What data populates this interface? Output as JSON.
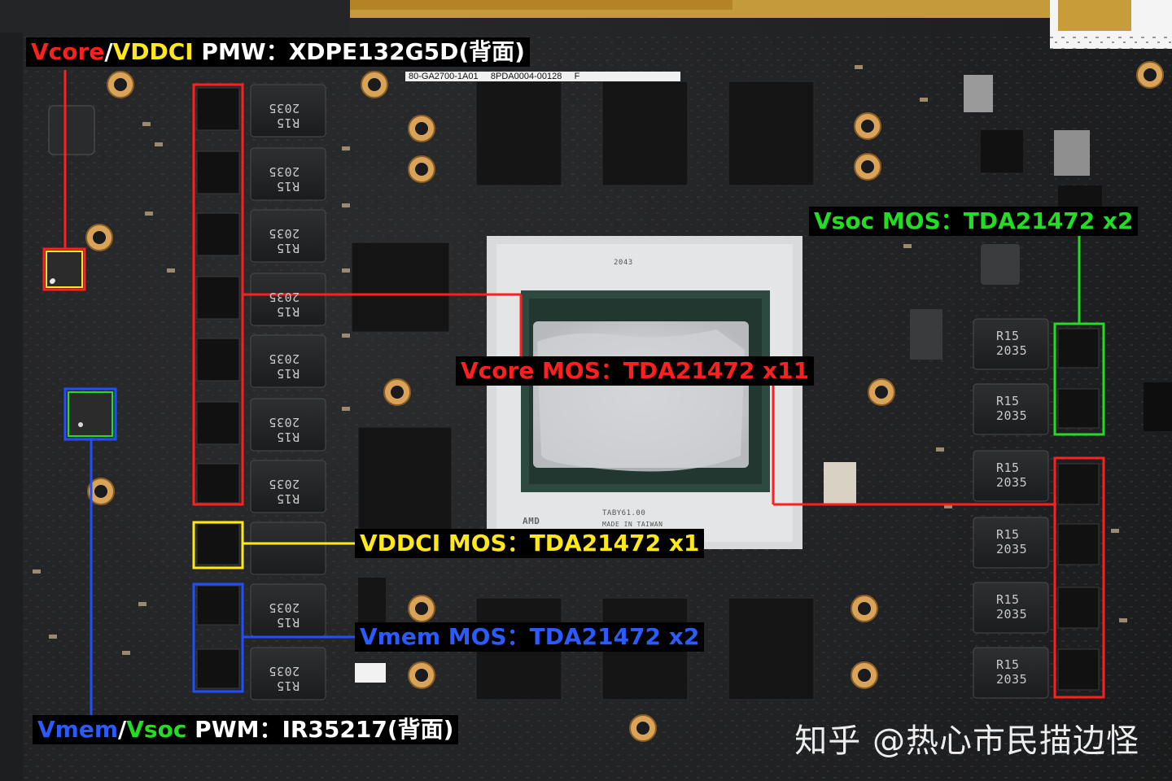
{
  "callouts": {
    "vcore_vddci_pwm": {
      "part_a": "Vcore",
      "slash": "/",
      "part_b": "VDDCI",
      "rest": " PMW：XDPE132G5D(背面)"
    },
    "vsoc_mos": "Vsoc MOS：TDA21472 x2",
    "vcore_mos": "Vcore MOS：TDA21472 x11",
    "vddci_mos": "VDDCI MOS：TDA21472 x1",
    "vmem_mos": "Vmem MOS：TDA21472 x2",
    "vmem_vsoc_pwm": {
      "part_a": "Vmem",
      "slash": "/",
      "part_b": "Vsoc",
      "rest": " PWM：IR35217(背面)"
    }
  },
  "board_label": {
    "part_number": "80-GA2700-1A01",
    "code": "8PDA0004-00128",
    "rev": "F"
  },
  "chip": {
    "date_code": "2043",
    "brand": "AMD",
    "model": "TABY61.00",
    "origin": "MADE IN TAIWAN"
  },
  "inductor_marking": {
    "line1": "R15",
    "line2": "2035"
  },
  "watermark": "知乎 @热心市民描边怪",
  "colors": {
    "red": "#ff1f1f",
    "yellow": "#ffe81a",
    "green": "#22dd22",
    "blue": "#2a5bff"
  }
}
